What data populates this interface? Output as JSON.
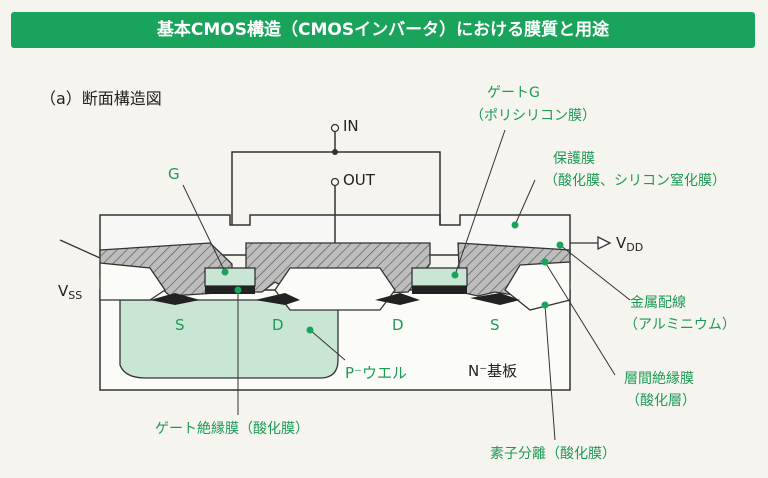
{
  "title": "基本CMOS構造（CMOSインバータ）における膜質と用途",
  "section_label": "（a）断面構造図",
  "terminals": {
    "in": "IN",
    "out": "OUT",
    "vss_main": "V",
    "vss_sub": "SS",
    "vdd_main": "V",
    "vdd_sub": "DD"
  },
  "gate_label": "G",
  "gate_callout": {
    "line1": "ゲートG",
    "line2": "（ポリシリコン膜）"
  },
  "protect_callout": {
    "line1": "保護膜",
    "line2": "（酸化膜、シリコン窒化膜）"
  },
  "metal_callout": {
    "line1": "金属配線",
    "line2": "（アルミニウム）"
  },
  "interlayer_callout": {
    "line1": "層間絶縁膜",
    "line2": "（酸化層）"
  },
  "isolation_callout": "素子分離（酸化膜）",
  "gate_ox_callout": "ゲート絶縁膜（酸化膜）",
  "regions": {
    "s1": "S",
    "d1": "D",
    "d2": "D",
    "s2": "S",
    "pwell": "P⁻ウエル",
    "nsub": "N⁻基板"
  },
  "colors": {
    "accent": "#1aa35a",
    "well": "#c9e6d4",
    "green_text": "#1c9a55"
  }
}
